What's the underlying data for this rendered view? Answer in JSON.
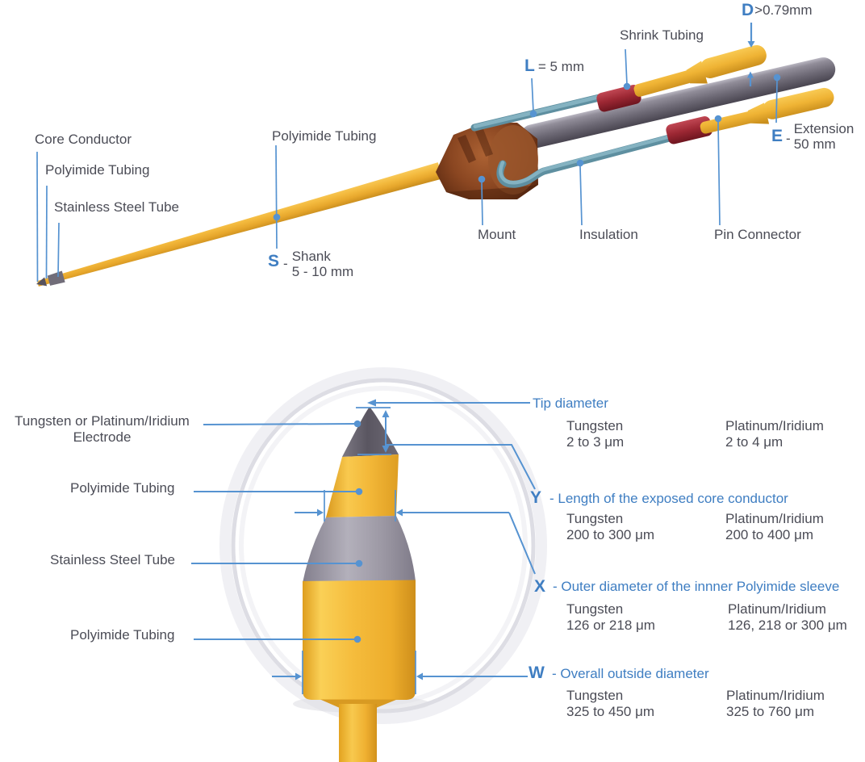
{
  "palette": {
    "blue": "#3F7EC2",
    "line_blue": "#5693D1",
    "text": "#4B4C56",
    "yellow": "#F2B637",
    "steel_gray": "#9B97A3",
    "mount_brown": "#8A4621",
    "wire_teal": "#79A9B9",
    "shrink_red": "#9C2733",
    "cable_gray": "#6A6672",
    "ring_gray": "#DDDDE4",
    "background": "#FFFFFF"
  },
  "top": {
    "core_conductor": "Core Conductor",
    "polyimide_tubing_left": "Polyimide Tubing",
    "stainless_steel_tube": "Stainless Steel Tube",
    "polyimide_tubing_mid": "Polyimide Tubing",
    "shank": {
      "letter": "S",
      "dash": "-",
      "name": "Shank",
      "range": "5 - 10 mm"
    },
    "lead": {
      "letter": "L",
      "value": "= 5 mm"
    },
    "diameter": {
      "letter": "D",
      "value": ">0.79mm"
    },
    "shrink_tubing": "Shrink Tubing",
    "extension": {
      "letter": "E",
      "dash": "-",
      "name": "Extension",
      "value": "50 mm"
    },
    "mount": "Mount",
    "insulation": "Insulation",
    "pin_connector": "Pin Connector"
  },
  "bottom": {
    "electrode_label": {
      "line1": "Tungsten or Platinum/Iridium",
      "line2": "Electrode"
    },
    "polyimide_tubing_upper": "Polyimide Tubing",
    "stainless_steel_tube": "Stainless Steel Tube",
    "polyimide_tubing_lower": "Polyimide Tubing",
    "specs": [
      {
        "letter": "",
        "title": "Tip diameter",
        "col1_name": "Tungsten",
        "col1_value": "2 to 3 μm",
        "col2_name": "Platinum/Iridium",
        "col2_value": "2 to 4 μm"
      },
      {
        "letter": "Y",
        "title": "- Length of the exposed core conductor",
        "col1_name": "Tungsten",
        "col1_value": "200 to 300 μm",
        "col2_name": "Platinum/Iridium",
        "col2_value": "200 to 400 μm"
      },
      {
        "letter": "X",
        "title": "- Outer diameter of the innner Polyimide sleeve",
        "col1_name": "Tungsten",
        "col1_value": "126 or 218 μm",
        "col2_name": "Platinum/Iridium",
        "col2_value": "126, 218 or 300 μm"
      },
      {
        "letter": "W",
        "title": "- Overall outside diameter",
        "col1_name": "Tungsten",
        "col1_value": "325 to 450 μm",
        "col2_name": "Platinum/Iridium",
        "col2_value": "325 to 760 μm"
      }
    ]
  }
}
